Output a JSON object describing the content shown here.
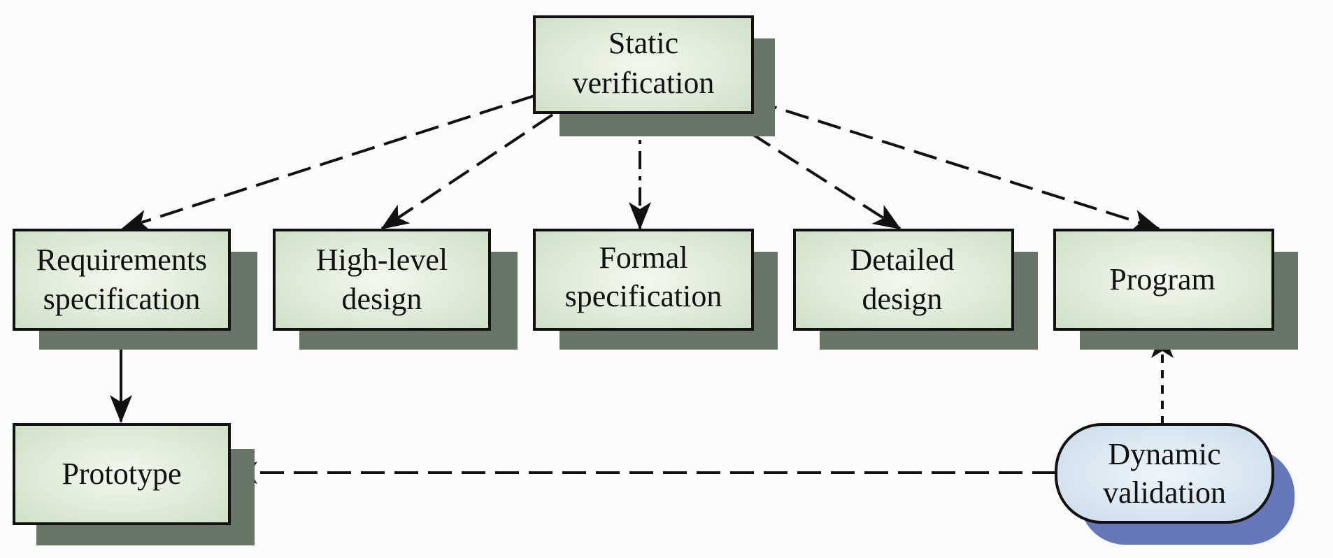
{
  "diagram": {
    "nodes": {
      "static_verification": {
        "line1": "Static",
        "line2": "verification"
      },
      "requirements_specification": {
        "line1": "Requirements",
        "line2": "specification"
      },
      "high_level_design": {
        "line1": "High-level",
        "line2": "design"
      },
      "formal_specification": {
        "line1": "Formal",
        "line2": "specification"
      },
      "detailed_design": {
        "line1": "Detailed",
        "line2": "design"
      },
      "program": {
        "line1": "Program"
      },
      "prototype": {
        "line1": "Prototype"
      },
      "dynamic_validation": {
        "line1": "Dynamic",
        "line2": "validation"
      }
    },
    "colors": {
      "box_fill_light": "#f3f8ee",
      "box_fill_dark": "#cfe0c6",
      "box_shadow": "#667566",
      "pill_fill_light": "#eef5fb",
      "pill_fill_dark": "#c8dcea",
      "pill_shadow": "#6577b8",
      "stroke": "#111111",
      "background": "#fbfbfb"
    }
  }
}
